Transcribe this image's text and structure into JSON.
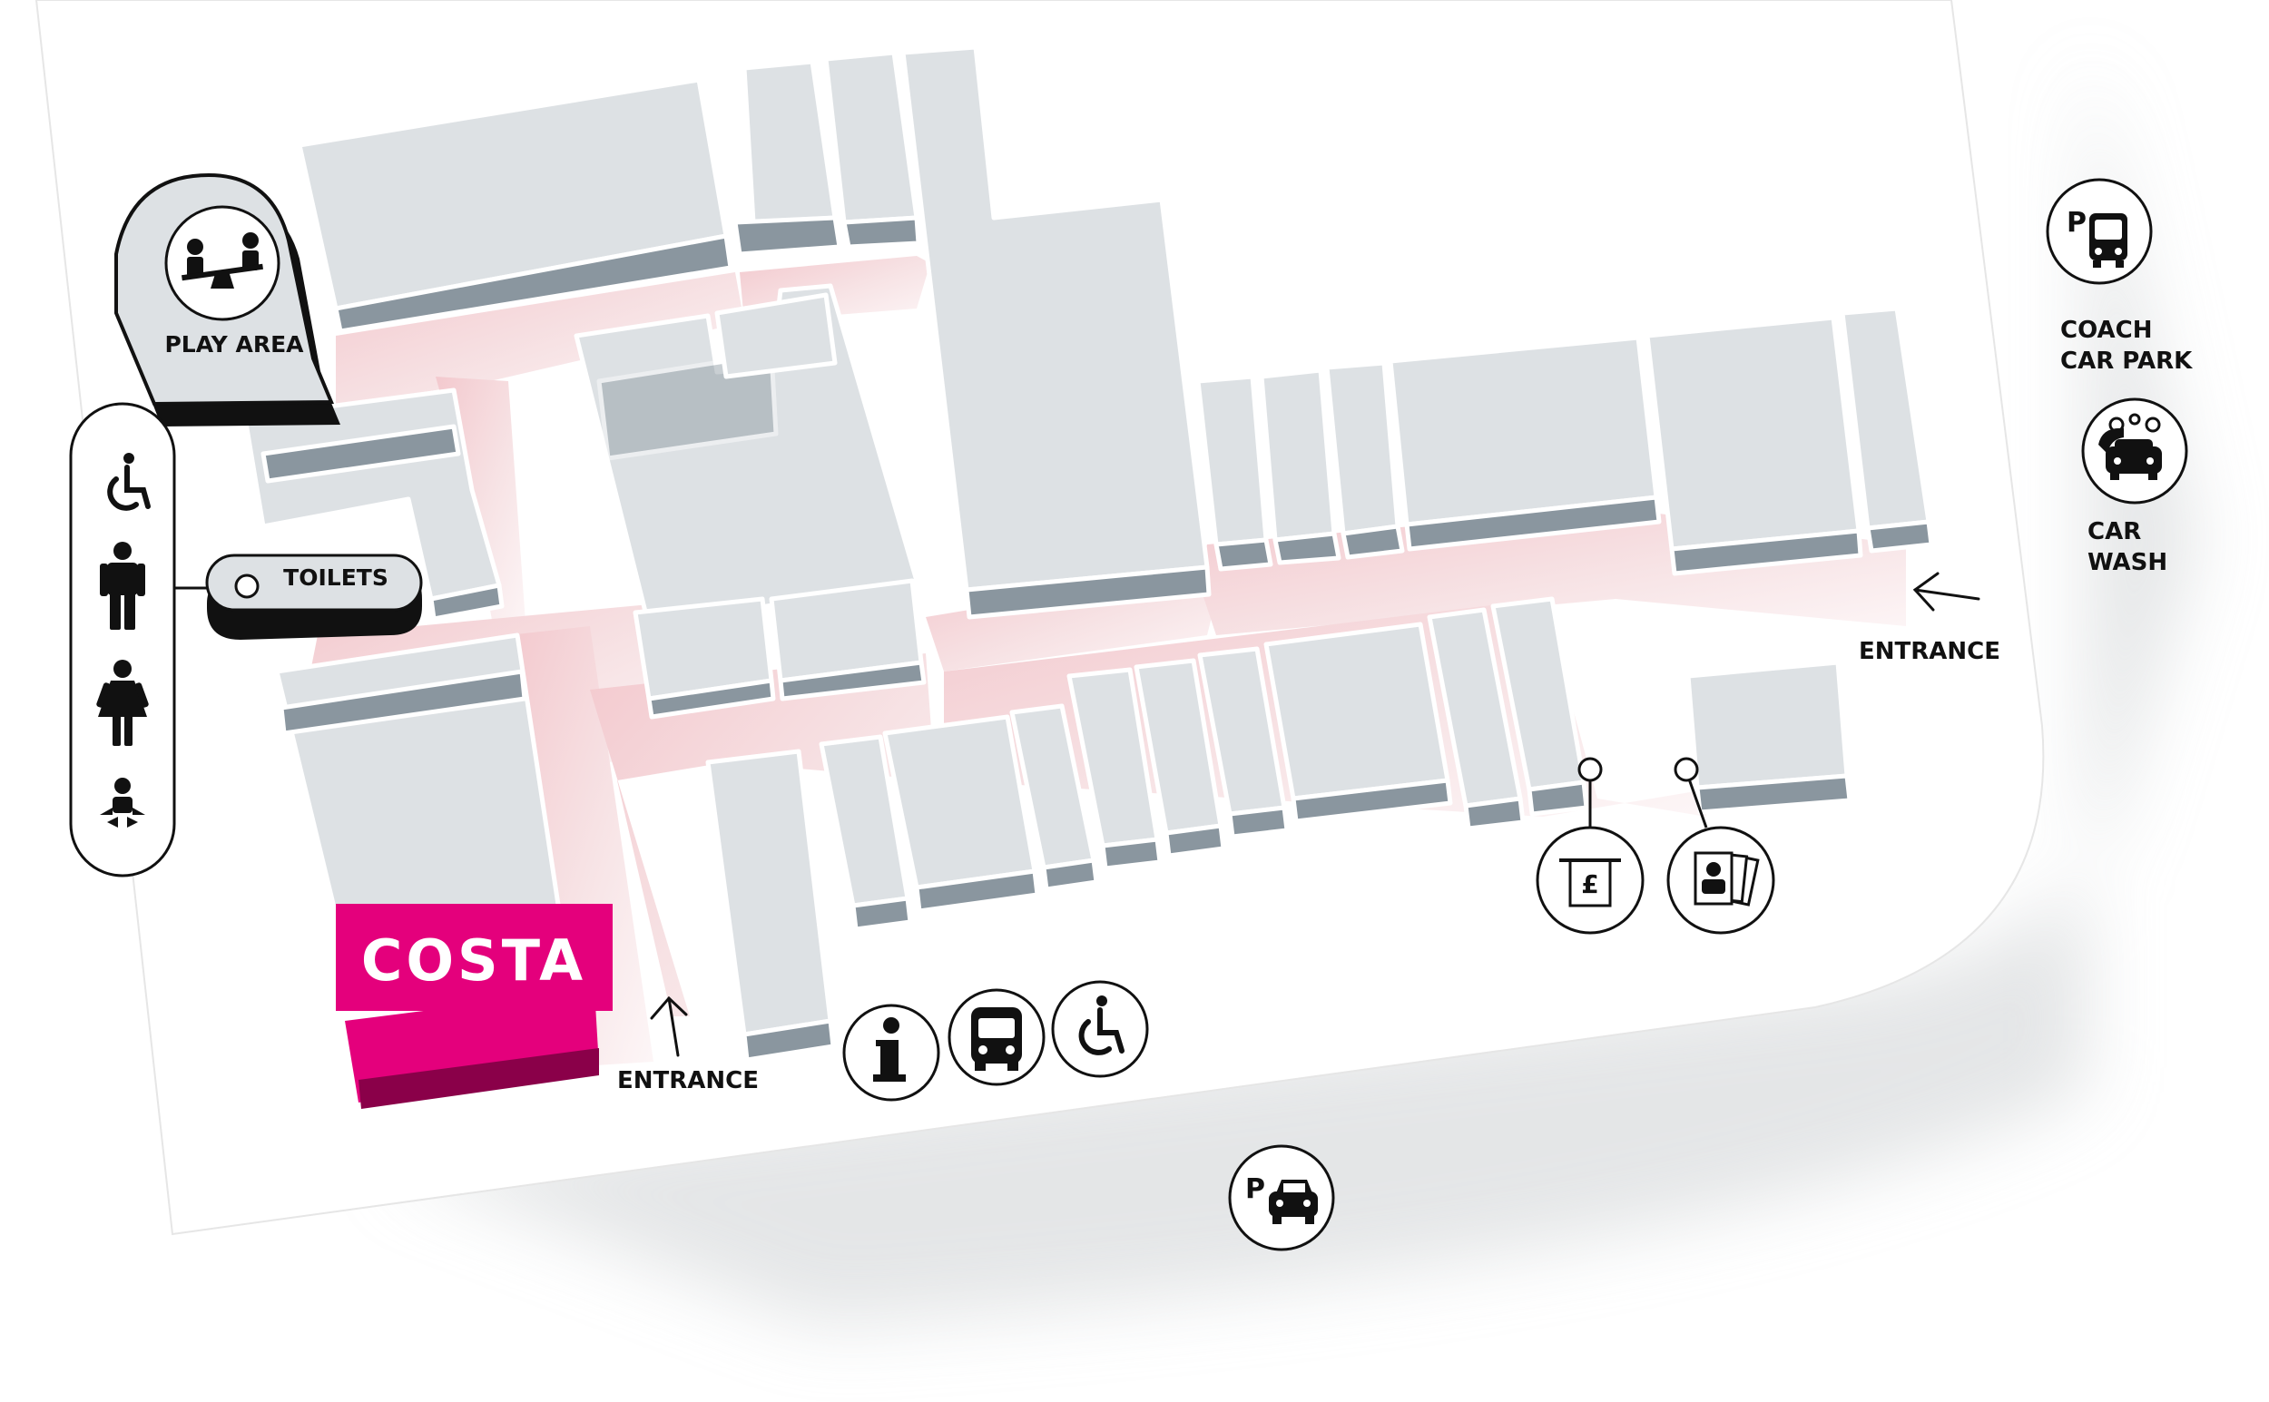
{
  "map": {
    "labels": {
      "play_area": "PLAY AREA",
      "toilets": "TOILETS",
      "coach_line1": "COACH",
      "coach_line2": "CAR PARK",
      "carwash_line1": "CAR",
      "carwash_line2": "WASH",
      "entrance_east": "ENTRANCE",
      "entrance_south": "ENTRANCE",
      "costa": "COSTA"
    },
    "icons": {
      "play_area": "seesaw-icon",
      "disabled_toilet": "wheelchair-icon",
      "mens_toilet": "man-icon",
      "womens_toilet": "woman-icon",
      "baby_change": "baby-change-icon",
      "coach_parking": "coach-parking-icon",
      "car_wash": "car-wash-icon",
      "cash_machine": "cash-machine-icon",
      "photo_booth": "photo-booth-icon",
      "information": "information-icon",
      "bus_stop": "bus-icon",
      "accessibility": "wheelchair-icon",
      "car_parking": "car-parking-icon"
    },
    "colors": {
      "building_top": "#dde1e4",
      "building_side": "#8a969f",
      "walkway": "#f6dde0",
      "costa_brand": "#e4007c",
      "costa_side": "#b0005f",
      "icon_stroke": "#111111"
    }
  }
}
